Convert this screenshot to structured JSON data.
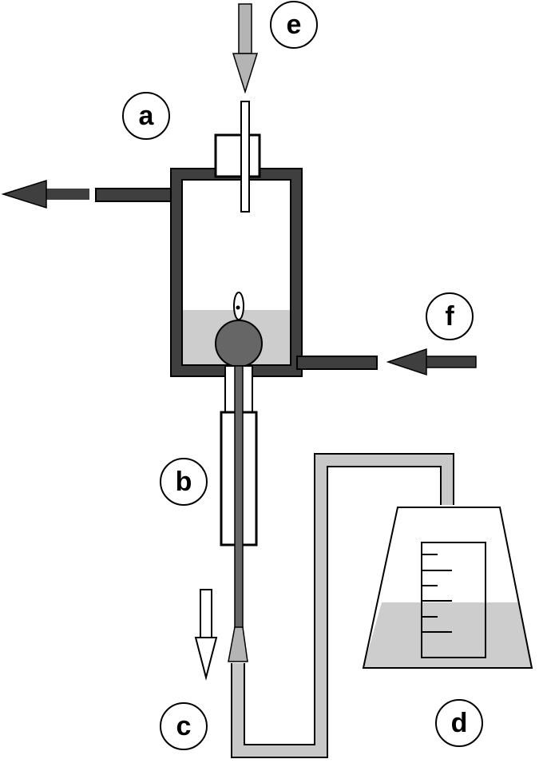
{
  "labels": {
    "a": "a",
    "b": "b",
    "c": "c",
    "d": "d",
    "e": "e",
    "f": "f"
  },
  "colors": {
    "dark": "#3f3f3f",
    "light": "#c8c8c8",
    "liquid": "#cdcdcd",
    "arrow_light": "#b4b4b4",
    "ball": "#666666"
  }
}
